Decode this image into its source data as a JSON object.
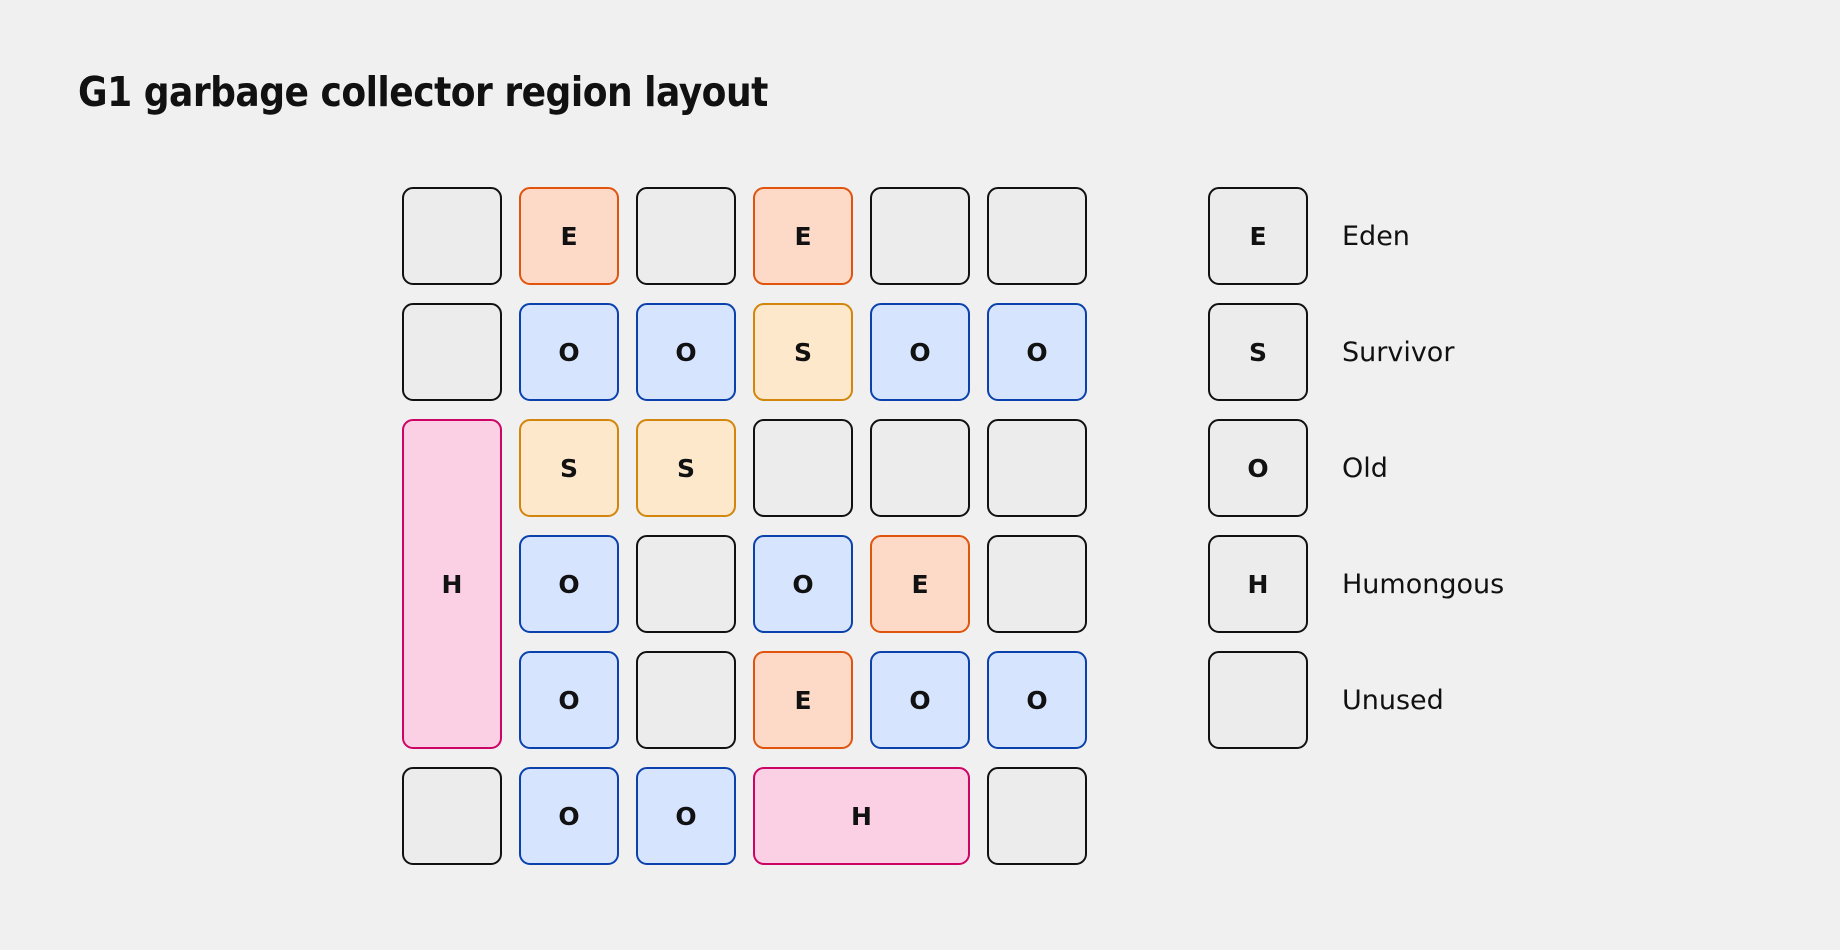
{
  "title": "G1 garbage collector region layout",
  "palette": {
    "background": "#f0f0f0",
    "eden_fill": "#fdd9c8",
    "eden_stroke": "#e1540d",
    "survivor_fill": "#fde8cc",
    "survivor_stroke": "#d2860b",
    "old_fill": "#d6e4fd",
    "old_stroke": "#0b41ad",
    "humongous_fill": "#fcd0e4",
    "humongous_stroke": "#cc0466",
    "unused_fill": "#ececec",
    "unused_stroke": "#111111",
    "text": "#111111"
  },
  "grid": {
    "columns": 6,
    "rows": 6,
    "cells": [
      {
        "type": "unused",
        "glyph": "",
        "col_span": 1,
        "row_span": 1
      },
      {
        "type": "eden",
        "glyph": "E",
        "col_span": 1,
        "row_span": 1
      },
      {
        "type": "unused",
        "glyph": "",
        "col_span": 1,
        "row_span": 1
      },
      {
        "type": "eden",
        "glyph": "E",
        "col_span": 1,
        "row_span": 1
      },
      {
        "type": "unused",
        "glyph": "",
        "col_span": 1,
        "row_span": 1
      },
      {
        "type": "unused",
        "glyph": "",
        "col_span": 1,
        "row_span": 1
      },
      {
        "type": "unused",
        "glyph": "",
        "col_span": 1,
        "row_span": 1
      },
      {
        "type": "old",
        "glyph": "O",
        "col_span": 1,
        "row_span": 1
      },
      {
        "type": "old",
        "glyph": "O",
        "col_span": 1,
        "row_span": 1
      },
      {
        "type": "survivor",
        "glyph": "S",
        "col_span": 1,
        "row_span": 1
      },
      {
        "type": "old",
        "glyph": "O",
        "col_span": 1,
        "row_span": 1
      },
      {
        "type": "old",
        "glyph": "O",
        "col_span": 1,
        "row_span": 1
      },
      {
        "type": "humongous",
        "glyph": "H",
        "col_span": 1,
        "row_span": 3
      },
      {
        "type": "survivor",
        "glyph": "S",
        "col_span": 1,
        "row_span": 1
      },
      {
        "type": "survivor",
        "glyph": "S",
        "col_span": 1,
        "row_span": 1
      },
      {
        "type": "unused",
        "glyph": "",
        "col_span": 1,
        "row_span": 1
      },
      {
        "type": "unused",
        "glyph": "",
        "col_span": 1,
        "row_span": 1
      },
      {
        "type": "unused",
        "glyph": "",
        "col_span": 1,
        "row_span": 1
      },
      {
        "type": "old",
        "glyph": "O",
        "col_span": 1,
        "row_span": 1
      },
      {
        "type": "unused",
        "glyph": "",
        "col_span": 1,
        "row_span": 1
      },
      {
        "type": "old",
        "glyph": "O",
        "col_span": 1,
        "row_span": 1
      },
      {
        "type": "eden",
        "glyph": "E",
        "col_span": 1,
        "row_span": 1
      },
      {
        "type": "unused",
        "glyph": "",
        "col_span": 1,
        "row_span": 1
      },
      {
        "type": "old",
        "glyph": "O",
        "col_span": 1,
        "row_span": 1
      },
      {
        "type": "unused",
        "glyph": "",
        "col_span": 1,
        "row_span": 1
      },
      {
        "type": "eden",
        "glyph": "E",
        "col_span": 1,
        "row_span": 1
      },
      {
        "type": "old",
        "glyph": "O",
        "col_span": 1,
        "row_span": 1
      },
      {
        "type": "old",
        "glyph": "O",
        "col_span": 1,
        "row_span": 1
      },
      {
        "type": "unused",
        "glyph": "",
        "col_span": 1,
        "row_span": 1
      },
      {
        "type": "old",
        "glyph": "O",
        "col_span": 1,
        "row_span": 1
      },
      {
        "type": "old",
        "glyph": "O",
        "col_span": 1,
        "row_span": 1
      },
      {
        "type": "humongous",
        "glyph": "H",
        "col_span": 2,
        "row_span": 1
      },
      {
        "type": "unused",
        "glyph": "",
        "col_span": 1,
        "row_span": 1
      }
    ]
  },
  "legend": {
    "items": [
      {
        "type": "eden",
        "glyph": "E",
        "label": "Eden"
      },
      {
        "type": "survivor",
        "glyph": "S",
        "label": "Survivor"
      },
      {
        "type": "old",
        "glyph": "O",
        "label": "Old"
      },
      {
        "type": "humongous",
        "glyph": "H",
        "label": "Humongous"
      },
      {
        "type": "unused",
        "glyph": "",
        "label": "Unused"
      }
    ]
  }
}
